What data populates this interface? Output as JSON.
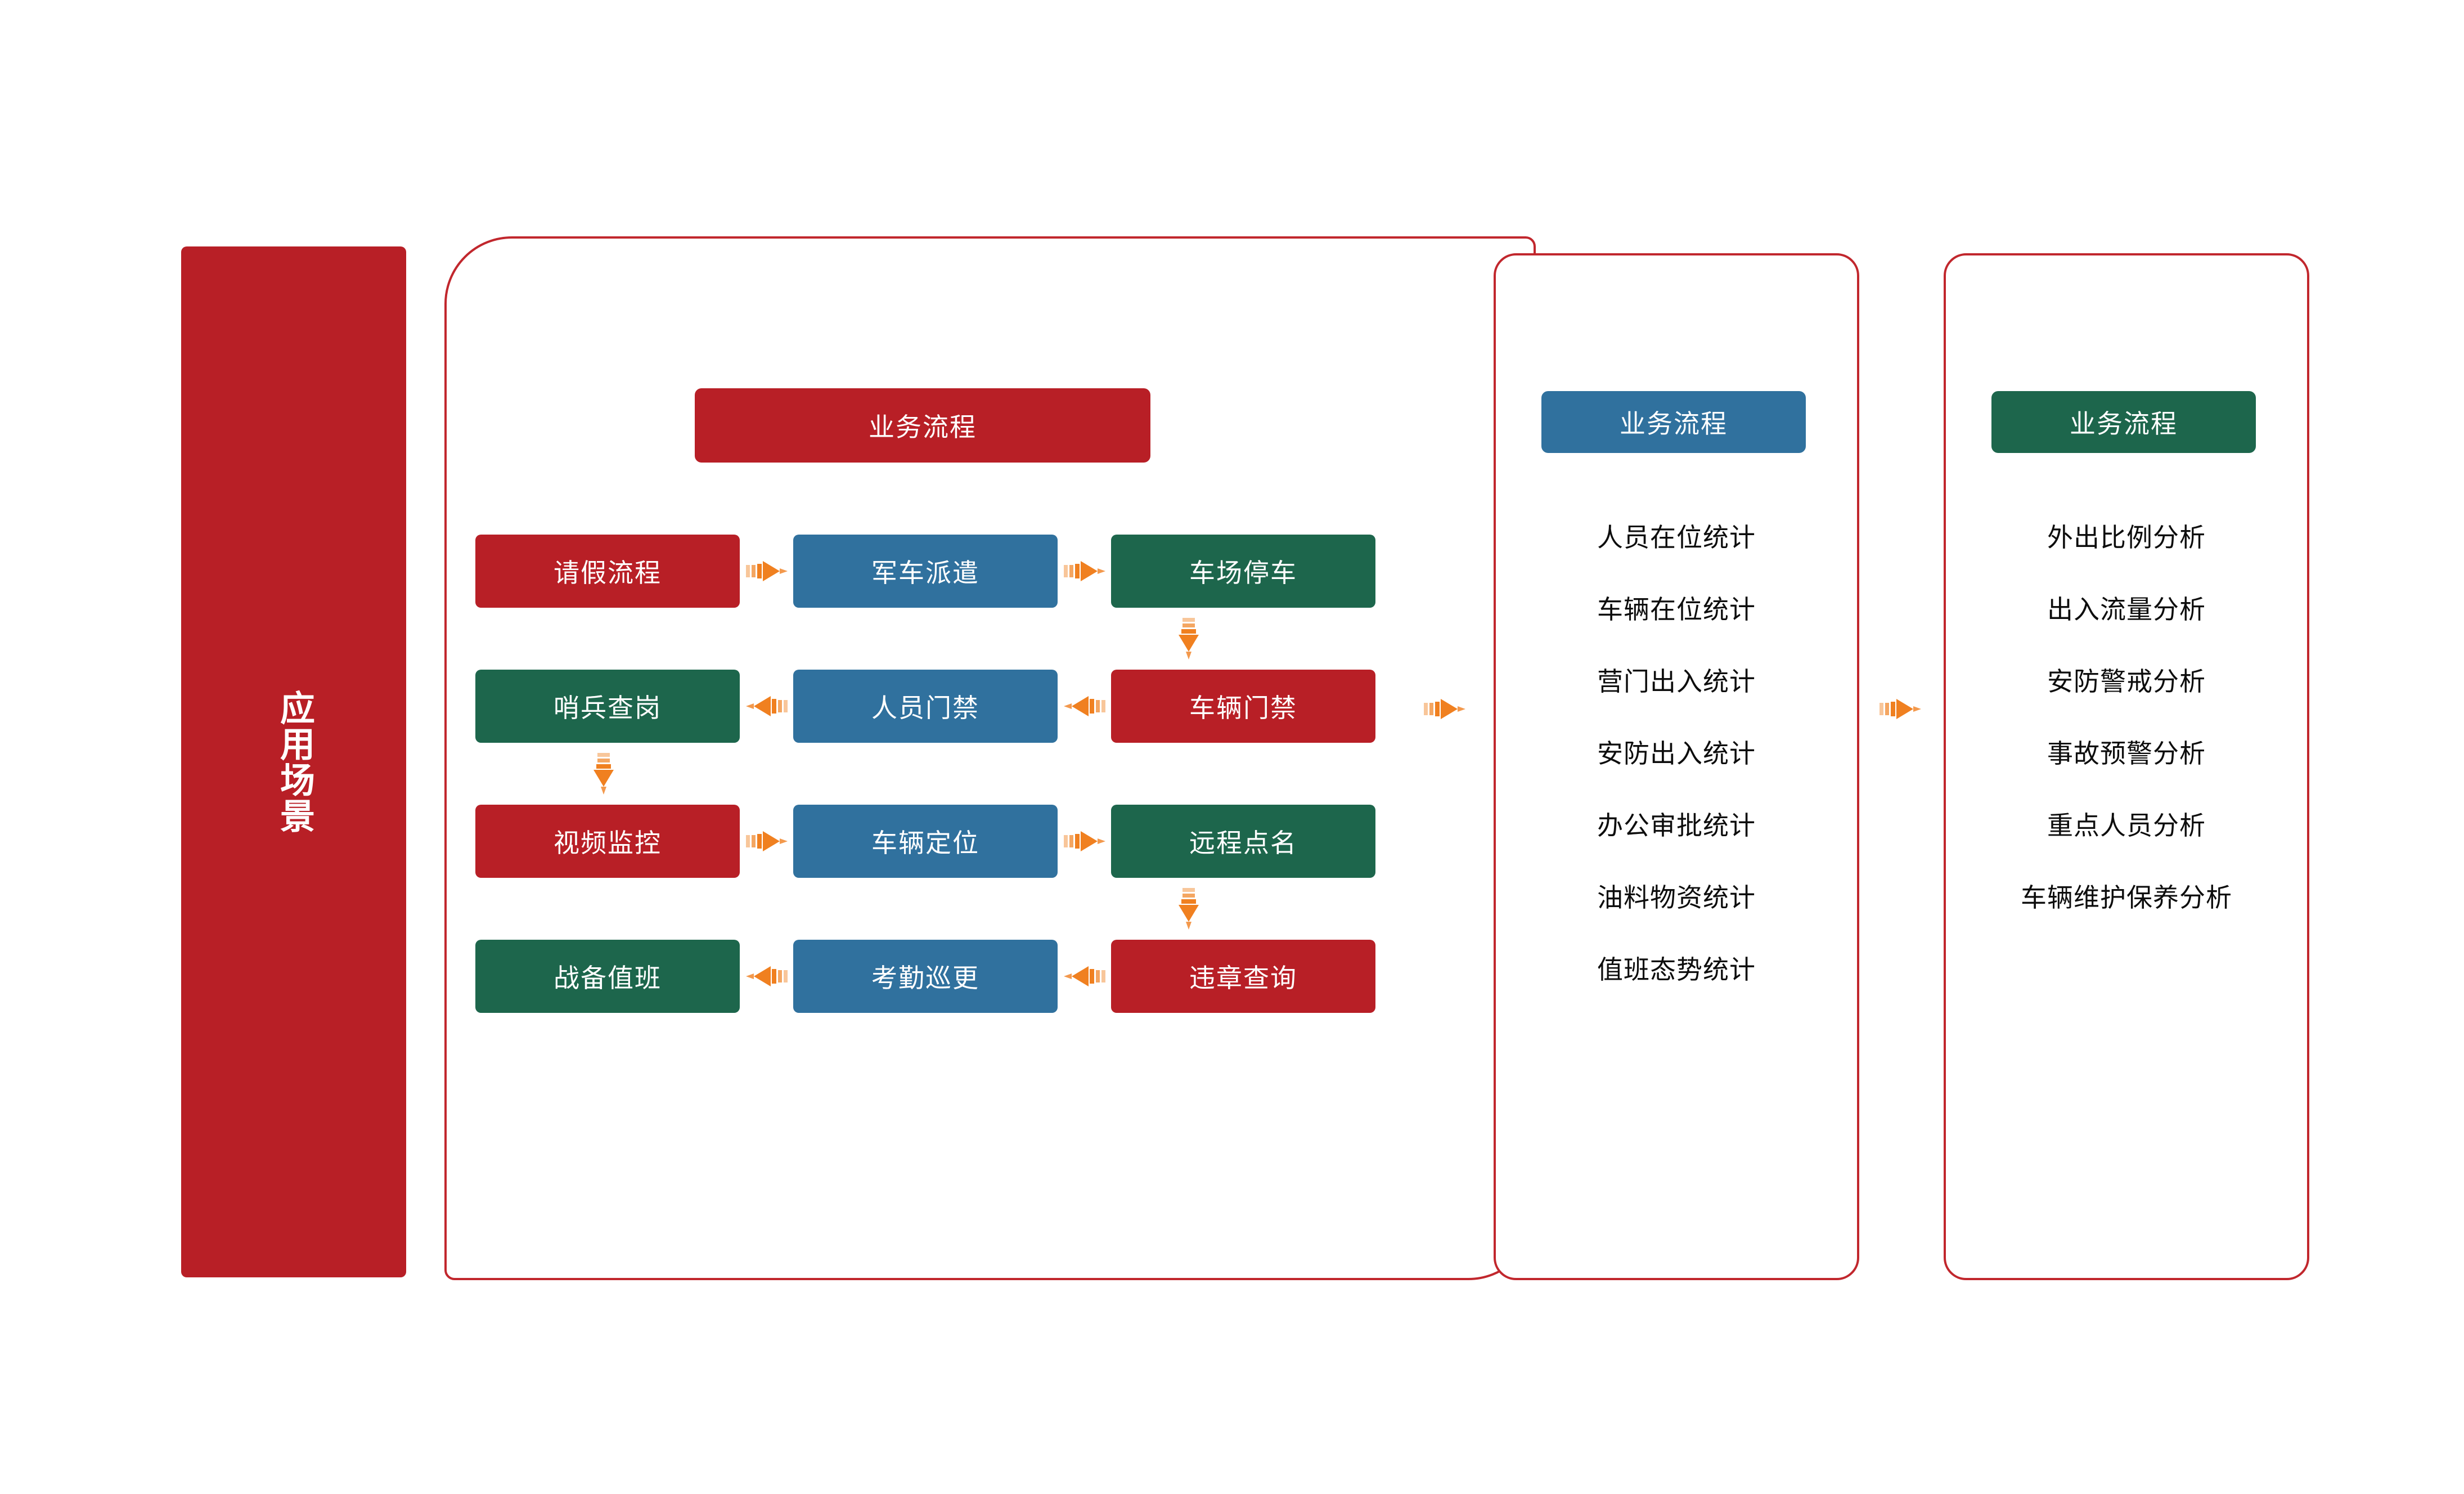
{
  "scenario": {
    "label": "应用场景"
  },
  "process_panel": {
    "header": "业务流程",
    "rows": [
      {
        "direction": "right",
        "boxes": [
          {
            "label": "请假流程",
            "color": "red"
          },
          {
            "label": "军车派遣",
            "color": "blue"
          },
          {
            "label": "车场停车",
            "color": "green"
          }
        ]
      },
      {
        "direction": "left",
        "boxes": [
          {
            "label": "哨兵查岗",
            "color": "green"
          },
          {
            "label": "人员门禁",
            "color": "blue"
          },
          {
            "label": "车辆门禁",
            "color": "red"
          }
        ]
      },
      {
        "direction": "right",
        "boxes": [
          {
            "label": "视频监控",
            "color": "red"
          },
          {
            "label": "车辆定位",
            "color": "blue"
          },
          {
            "label": "远程点名",
            "color": "green"
          }
        ]
      },
      {
        "direction": "left",
        "boxes": [
          {
            "label": "战备值班",
            "color": "green"
          },
          {
            "label": "考勤巡更",
            "color": "blue"
          },
          {
            "label": "违章查询",
            "color": "red"
          }
        ]
      }
    ]
  },
  "statistics_panel": {
    "header": "业务流程",
    "items": [
      "人员在位统计",
      "车辆在位统计",
      "营门出入统计",
      "安防出入统计",
      "办公审批统计",
      "油料物资统计",
      "值班态势统计"
    ]
  },
  "analysis_panel": {
    "header": "业务流程",
    "items": [
      "外出比例分析",
      "出入流量分析",
      "安防警戒分析",
      "事故预警分析",
      "重点人员分析",
      "车辆维护保养分析"
    ]
  },
  "colors": {
    "red": "#B81F26",
    "blue": "#30719E",
    "green": "#1D664C",
    "panel_border": "#C1272D",
    "arrow": "#F08020",
    "text_light": "#FFFFFF",
    "text_dark": "#0D0D0D",
    "background": "#FFFFFF"
  },
  "icons": {
    "arrow_right": "arrow-right-icon",
    "arrow_left": "arrow-left-icon",
    "arrow_down": "arrow-down-icon"
  }
}
